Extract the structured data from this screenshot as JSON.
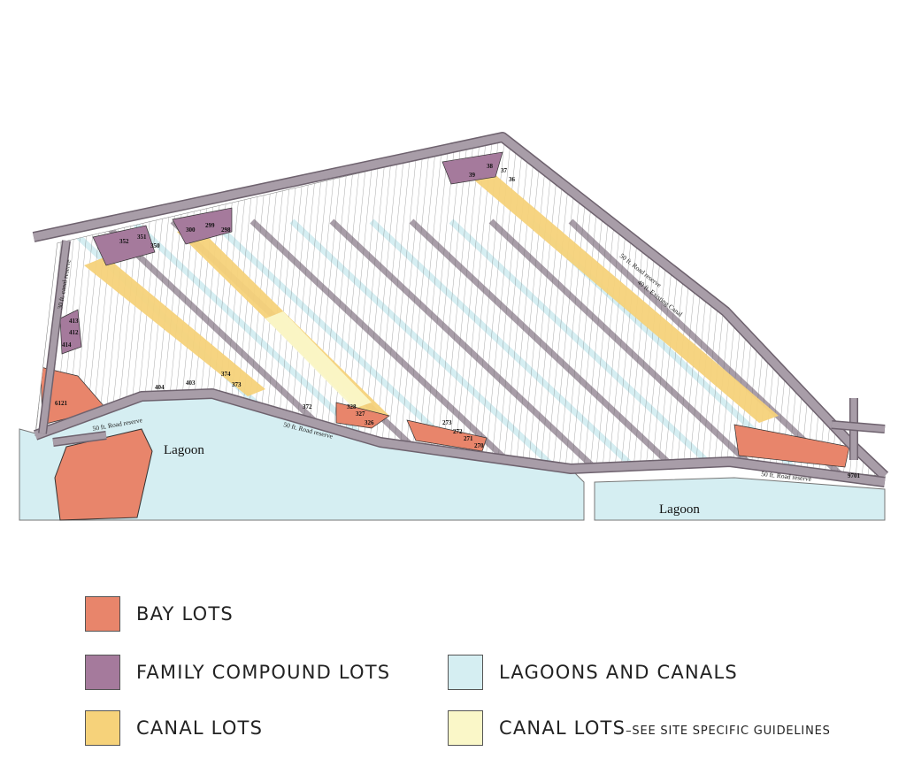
{
  "colors": {
    "bay_lots": "#E8856B",
    "family_compound_lots": "#A57A9C",
    "canal_lots": "#F6D27A",
    "lagoons_and_canals": "#D5EEF2",
    "canal_lots_site_specific": "#FAF7C8",
    "road": "#A89DA8",
    "road_edge": "#6E626E"
  },
  "map": {
    "water_labels": [
      "Lagoon",
      "Lagoon"
    ],
    "road_labels": [
      "50 ft. Road reserve",
      "50 ft. Road reserve",
      "50 ft. Road reserve",
      "50 ft. Road reserve",
      "40 ft. Existing Canal",
      "30 ft. canal reserve"
    ],
    "lot_numbers": [
      "6121",
      "39",
      "38",
      "37",
      "36",
      "352",
      "351",
      "350",
      "300",
      "299",
      "298",
      "413",
      "412",
      "414",
      "404",
      "403",
      "374",
      "373",
      "372",
      "328",
      "327",
      "326",
      "273",
      "272",
      "271",
      "270",
      "9701"
    ]
  },
  "legend": {
    "items": [
      {
        "label": "BAY LOTS",
        "note": ""
      },
      {
        "label": "FAMILY COMPOUND LOTS",
        "note": ""
      },
      {
        "label": "CANAL LOTS",
        "note": ""
      },
      {
        "label": "LAGOONS AND CANALS",
        "note": ""
      },
      {
        "label": "CANAL LOTS",
        "note": "–SEE SITE SPECIFIC GUIDELINES"
      }
    ]
  }
}
